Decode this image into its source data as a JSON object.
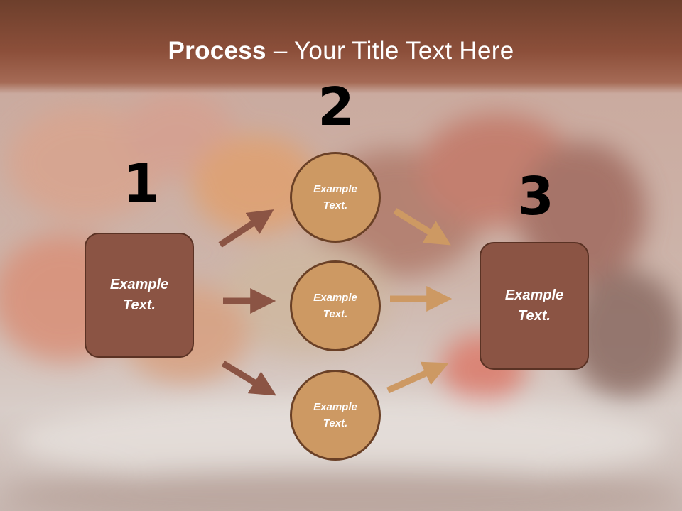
{
  "title": {
    "bold": "Process",
    "rest": " – Your Title Text Here"
  },
  "steps": {
    "one": {
      "number": "1",
      "text": "Example Text."
    },
    "two": {
      "number": "2"
    },
    "three": {
      "number": "3",
      "text": "Example Text."
    }
  },
  "circles": [
    {
      "text": "Example Text."
    },
    {
      "text": "Example Text."
    },
    {
      "text": "Example Text."
    }
  ],
  "colors": {
    "title_bar": "#8c4f3a",
    "box_fill": "#8b5444",
    "circle_fill": "#cd9963",
    "arrow_left": "#8b5444",
    "arrow_right": "#cd9963"
  }
}
